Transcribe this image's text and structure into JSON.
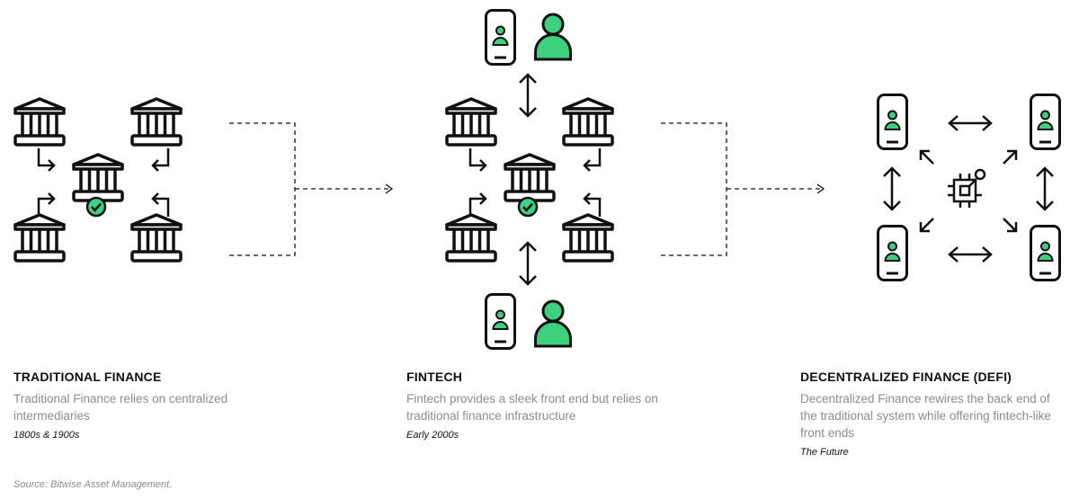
{
  "colors": {
    "accent": "#3ecf7f",
    "ink": "#111111",
    "muted": "#8c8c8c"
  },
  "columns": [
    {
      "title": "TRADITIONAL FINANCE",
      "description": "Traditional Finance relies on centralized intermediaries",
      "era": "1800s & 1900s"
    },
    {
      "title": "FINTECH",
      "description": "Fintech provides a sleek front end but relies on traditional finance infrastructure",
      "era": "Early 2000s"
    },
    {
      "title": "DECENTRALIZED FINANCE (DEFI)",
      "description": "Decentralized Finance rewires the back end of the traditional system while offering fintech-like front ends",
      "era": "The Future"
    }
  ],
  "source": "Source: Bitwise Asset Management.",
  "icons": [
    "bank-icon",
    "phone-user-icon",
    "user-icon",
    "check-badge-icon",
    "chip-icon",
    "arrow-icon"
  ]
}
